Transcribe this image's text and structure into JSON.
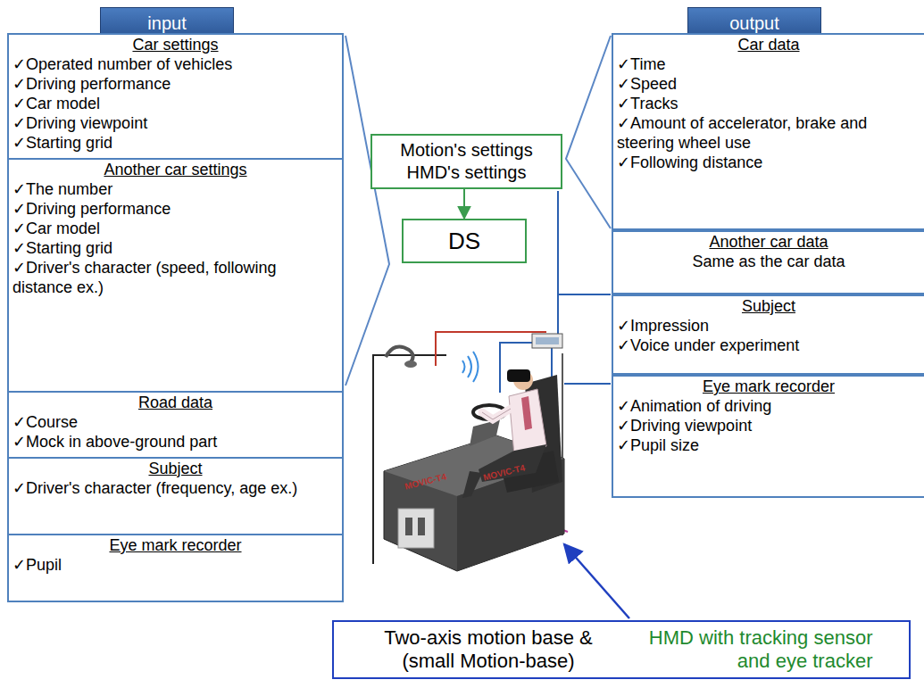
{
  "diagram": {
    "nodes": [
      {
        "text": [
          "input"
        ]
      },
      {
        "text": [
          "output"
        ]
      },
      {
        "text": [
          "Car settings",
          "✓Operated number of vehicles",
          "✓Driving performance",
          "✓Car model",
          "✓Driving viewpoint",
          "✓Starting grid"
        ]
      },
      {
        "text": [
          "Another car settings",
          "✓The number",
          "✓Driving performance",
          "✓Car model",
          "✓Starting grid",
          "✓Driver's character (speed, following distance ex.)"
        ]
      },
      {
        "text": [
          "Road data",
          "✓Course",
          "✓Mock in above-ground part"
        ]
      },
      {
        "text": [
          "Subject",
          "✓Driver's character (frequency, age ex.)"
        ]
      },
      {
        "text": [
          "Eye mark recorder",
          "✓Pupil"
        ]
      },
      {
        "text": [
          "Motion's settings HMD's settings"
        ]
      },
      {
        "text": [
          "DS"
        ]
      },
      {
        "text": [
          "Car data",
          "✓Time",
          "✓Speed",
          "✓Tracks",
          "✓Amount of accelerator, brake and steering wheel use",
          "✓Following distance"
        ]
      },
      {
        "text": [
          "Another car data",
          "Same as the car data"
        ]
      },
      {
        "text": [
          "Subject",
          "✓Impression",
          "✓Voice under experiment"
        ]
      },
      {
        "text": [
          "Eye mark recorder",
          "✓Animation of driving",
          "✓Driving viewpoint",
          "✓Pupil size"
        ]
      },
      {
        "text": [
          "Two-axis motion base & (small Motion-base)",
          "HMD with tracking sensor and eye tracker"
        ]
      }
    ],
    "edges": [
      {
        "from": 7,
        "to": 8,
        "arrow": "to"
      }
    ],
    "labels": [
      "MOVIC-T4",
      "MOVIC-T4"
    ]
  }
}
